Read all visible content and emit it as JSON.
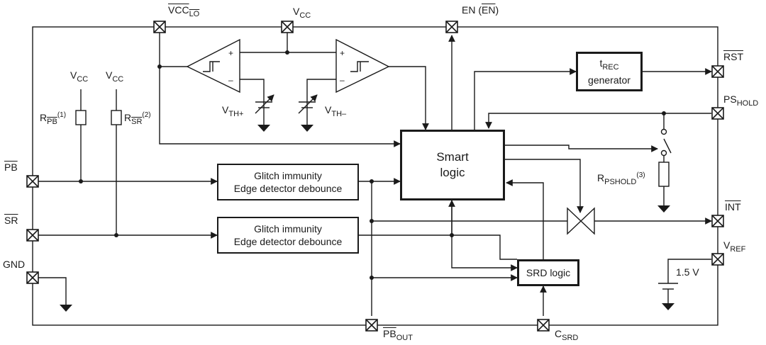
{
  "pins": {
    "vcc_lo": {
      "name": "VCC",
      "sub": "LO"
    },
    "vcc": {
      "name": "V",
      "sub": "CC"
    },
    "en": {
      "name": "EN (",
      "bar": "EN",
      "close": ")"
    },
    "rst": {
      "bar": "RST"
    },
    "ps_hold": {
      "name": "PS",
      "sub": "HOLD"
    },
    "int": {
      "bar": "INT"
    },
    "vref": {
      "name": "V",
      "sub": "REF"
    },
    "pb": {
      "bar": "PB"
    },
    "sr": {
      "bar": "SR"
    },
    "gnd": {
      "name": "GND"
    },
    "pb_out": {
      "bar": "PB",
      "sub": "OUT"
    },
    "c_srd": {
      "name": "C",
      "sub": "SRD"
    }
  },
  "supply_labels": {
    "vcc_left_1": {
      "name": "V",
      "sub": "CC"
    },
    "vcc_left_2": {
      "name": "V",
      "sub": "CC"
    }
  },
  "resistors": {
    "r_pb": {
      "name": "R",
      "sub_bar": "PB",
      "note": "(1)"
    },
    "r_sr": {
      "name": "R",
      "sub_bar": "SR",
      "note": "(2)"
    },
    "r_pshold": {
      "name": "R",
      "sub": "PSHOLD",
      "note": "(3)"
    }
  },
  "thresholds": {
    "vth_plus": {
      "name": "V",
      "sub": "TH+"
    },
    "vth_minus": {
      "name": "V",
      "sub": "TH–"
    }
  },
  "reference_voltage": "1.5 V",
  "blocks": {
    "glitch_1": {
      "line1": "Glitch immunity",
      "line2": "Edge detector debounce"
    },
    "glitch_2": {
      "line1": "Glitch immunity",
      "line2": "Edge detector debounce"
    },
    "smart_logic": {
      "line1": "Smart",
      "line2": "logic"
    },
    "trec": {
      "prefix": "t",
      "sub": "REC",
      "line2": "generator"
    },
    "srd_logic": {
      "label": "SRD logic"
    }
  },
  "comparator_signs": {
    "plus": "+",
    "minus": "–"
  }
}
